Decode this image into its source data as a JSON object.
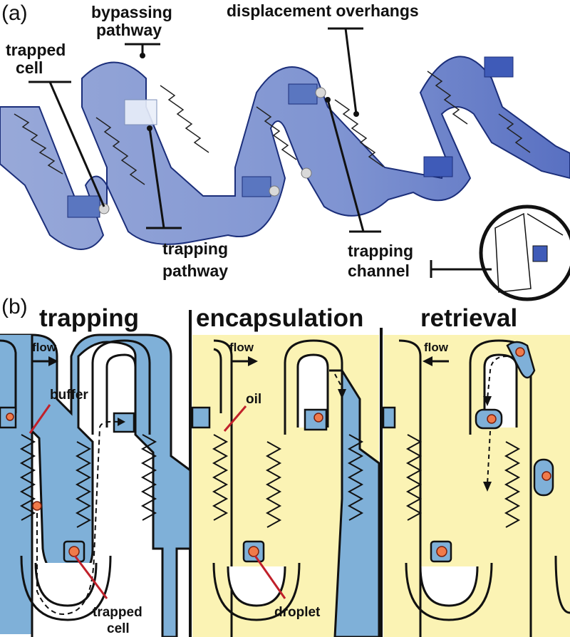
{
  "panel_a": {
    "letter": "(a)",
    "labels": {
      "trapped_cell_1": "trapped",
      "trapped_cell_2": "cell",
      "bypassing_1": "bypassing",
      "bypassing_2": "pathway",
      "displacement": "displacement overhangs",
      "trapping_pathway_1": "trapping",
      "trapping_pathway_2": "pathway",
      "trapping_channel_1": "trapping",
      "trapping_channel_2": "channel"
    }
  },
  "panel_b": {
    "letter": "(b)",
    "titles": {
      "trapping": "trapping",
      "encapsulation": "encapsulation",
      "retrieval": "retrieval"
    },
    "labels": {
      "flow": "flow",
      "buffer": "buffer",
      "oil": "oil",
      "droplet": "droplet",
      "trapped_cell_1": "trapped",
      "trapped_cell_2": "cell"
    }
  },
  "colors": {
    "device_blue": "#6f86c8",
    "device_dark": "#3a55b5",
    "buffer_blue": "#7fb0d8",
    "oil_yellow": "#fbf3b4",
    "cell_orange": "#f07a4a",
    "leader_red": "#c0202a"
  }
}
